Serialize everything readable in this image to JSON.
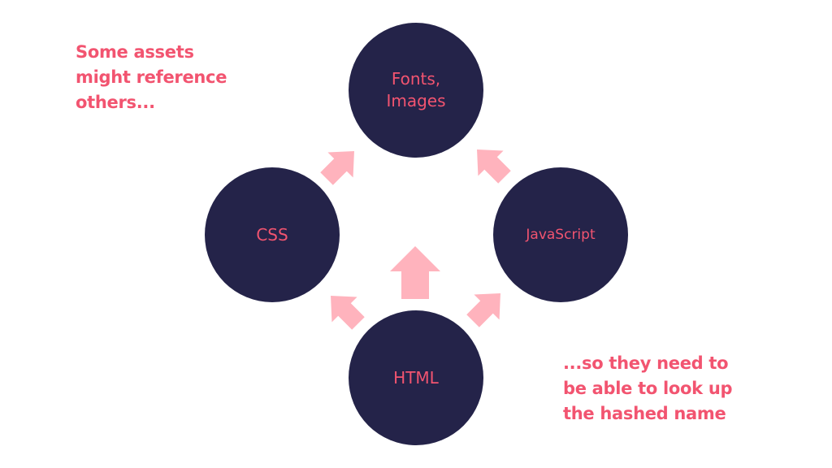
{
  "colors": {
    "circle_fill": "#242349",
    "text_accent": "#f25470",
    "arrow_fill": "#ffb3bd"
  },
  "notes": {
    "top_lines": [
      "Some assets",
      "might reference",
      "others..."
    ],
    "bottom_lines": [
      "...so they need to",
      "be able to look up",
      "the hashed name"
    ]
  },
  "nodes": {
    "top_lines": [
      "Fonts,",
      "Images"
    ],
    "left": "CSS",
    "right": "JavaScript",
    "bottom": "HTML"
  },
  "arrows": [
    {
      "from": "html",
      "to": "fonts-images",
      "icon": "arrow-up-icon"
    },
    {
      "from": "html",
      "to": "css",
      "icon": "arrow-up-left-icon"
    },
    {
      "from": "html",
      "to": "javascript",
      "icon": "arrow-up-right-icon"
    },
    {
      "from": "css",
      "to": "fonts-images",
      "icon": "arrow-up-right-icon"
    },
    {
      "from": "javascript",
      "to": "fonts-images",
      "icon": "arrow-up-left-icon"
    }
  ]
}
